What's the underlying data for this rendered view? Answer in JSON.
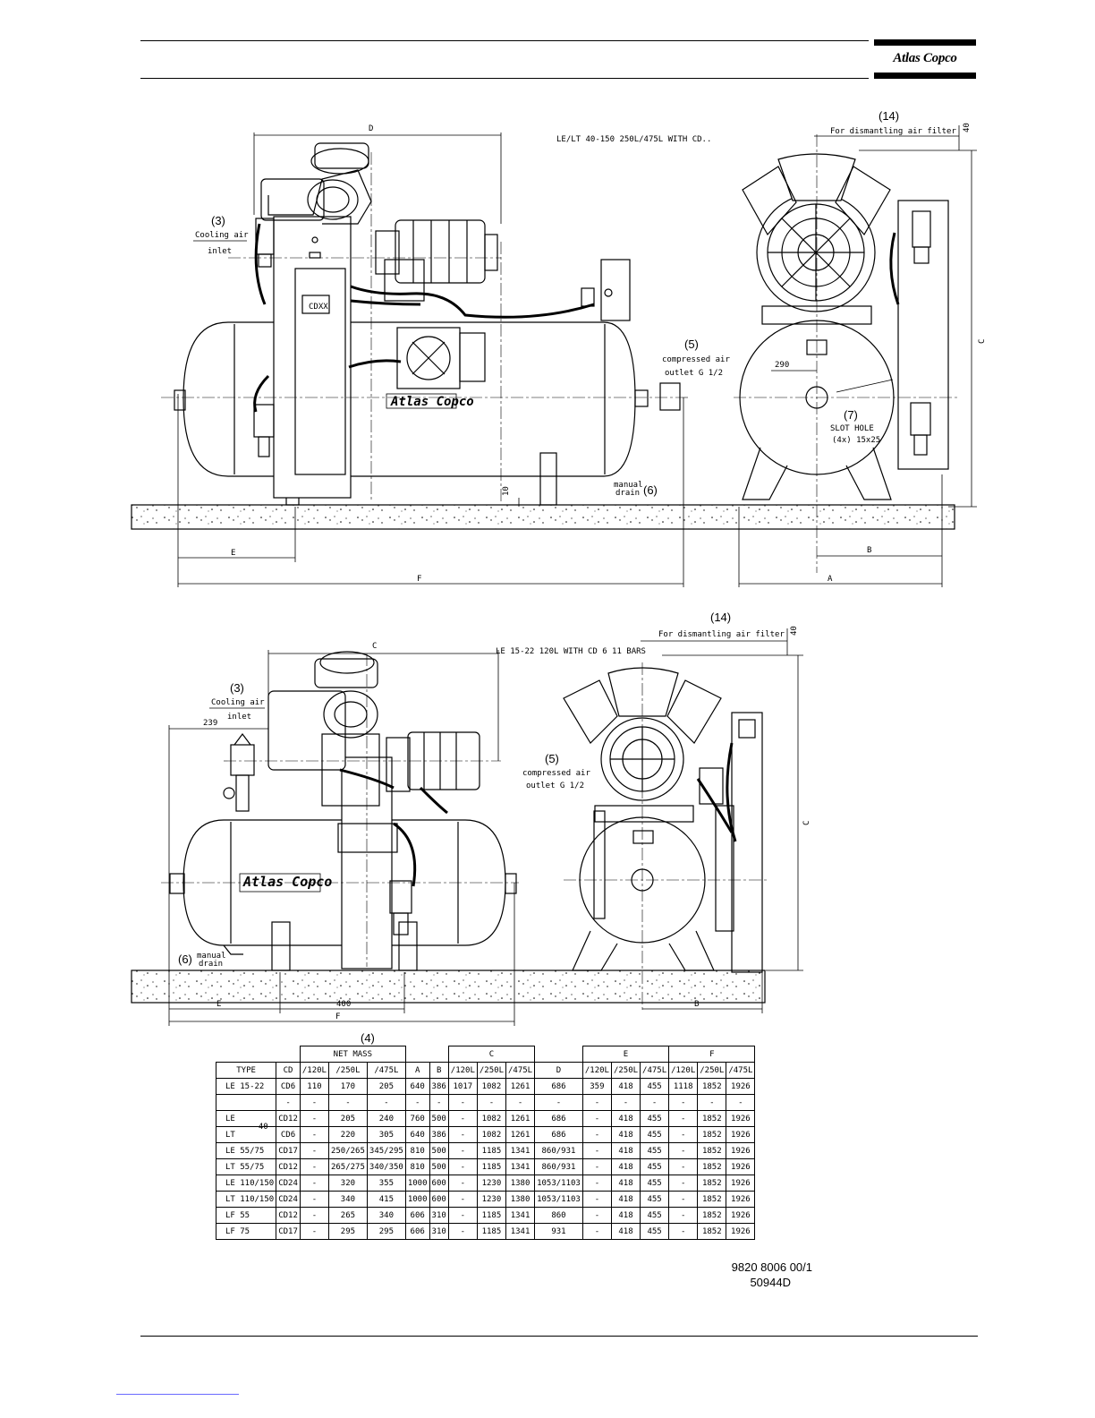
{
  "header": {
    "logo_text": "Atlas Copco"
  },
  "drawing_top": {
    "note": "LE/LT 40-150 250L/475L WITH CD..",
    "labels": {
      "cooling_num": "(3)",
      "cooling_l1": "Cooling air",
      "cooling_l2": "inlet",
      "outlet_num": "(5)",
      "outlet_l1": "compressed air",
      "outlet_l2": "outlet G 1/2",
      "drain_text1": "manual",
      "drain_text2": "drain",
      "drain_num": "(6)",
      "filter_num": "(14)",
      "filter_text": "For dismantling air filter",
      "slot_num": "(7)",
      "slot_l1": "SLOT HOLE",
      "slot_l2": "(4x) 15x25",
      "cdxx": "CDXX",
      "dim_290": "290",
      "dim_40": "40",
      "dim_10": "10",
      "dim_D": "D",
      "dim_E": "E",
      "dim_F": "F",
      "dim_A": "A",
      "dim_B": "B",
      "dim_C": "C",
      "tank_brand": "Atlas Copco"
    }
  },
  "drawing_bottom": {
    "note": "LE 15-22 120L WITH CD 6  11 BARS",
    "labels": {
      "cooling_num": "(3)",
      "cooling_l1": "Cooling air",
      "cooling_l2": "inlet",
      "outlet_num": "(5)",
      "outlet_l1": "compressed air",
      "outlet_l2": "outlet G 1/2",
      "drain_num": "(6)",
      "drain_text1": "manual",
      "drain_text2": "drain",
      "filter_num": "(14)",
      "filter_text": "For dismantling air filter",
      "dim_239": "239",
      "dim_400": "400",
      "dim_40": "40",
      "dim_C_top": "C",
      "dim_C_side": "C",
      "dim_E": "E",
      "dim_F": "F",
      "dim_B": "B",
      "tank_brand": "Atlas Copco"
    }
  },
  "table": {
    "ref": "(4)",
    "group_headers": {
      "net_mass": "NET MASS",
      "c": "C",
      "e": "E",
      "f": "F"
    },
    "columns": [
      "TYPE",
      "CD",
      "/120L",
      "/250L",
      "/475L",
      "A",
      "B",
      "/120L",
      "/250L",
      "/475L",
      "D",
      "/120L",
      "/250L",
      "/475L",
      "/120L",
      "/250L",
      "/475L"
    ],
    "rows": [
      [
        "LE   15-22",
        "CD6",
        "110",
        "170",
        "205",
        "640",
        "386",
        "1017",
        "1082",
        "1261",
        "686",
        "359",
        "418",
        "455",
        "1118",
        "1852",
        "1926"
      ],
      [
        "",
        "-",
        "-",
        "-",
        "-",
        "-",
        "-",
        "-",
        "-",
        "-",
        "-",
        "-",
        "-",
        "-",
        "-",
        "-",
        "-"
      ],
      [
        "LE",
        "CD12",
        "-",
        "205",
        "240",
        "760",
        "500",
        "-",
        "1082",
        "1261",
        "686",
        "-",
        "418",
        "455",
        "-",
        "1852",
        "1926"
      ],
      [
        "LT",
        "CD6",
        "-",
        "220",
        "305",
        "640",
        "386",
        "-",
        "1082",
        "1261",
        "686",
        "-",
        "418",
        "455",
        "-",
        "1852",
        "1926"
      ],
      [
        "LE   55/75",
        "CD17",
        "-",
        "250/265",
        "345/295",
        "810",
        "500",
        "-",
        "1185",
        "1341",
        "860/931",
        "-",
        "418",
        "455",
        "-",
        "1852",
        "1926"
      ],
      [
        "LT   55/75",
        "CD12",
        "-",
        "265/275",
        "340/350",
        "810",
        "500",
        "-",
        "1185",
        "1341",
        "860/931",
        "-",
        "418",
        "455",
        "-",
        "1852",
        "1926"
      ],
      [
        "LE  110/150",
        "CD24",
        "-",
        "320",
        "355",
        "1000",
        "600",
        "-",
        "1230",
        "1380",
        "1053/1103",
        "-",
        "418",
        "455",
        "-",
        "1852",
        "1926"
      ],
      [
        "LT  110/150",
        "CD24",
        "-",
        "340",
        "415",
        "1000",
        "600",
        "-",
        "1230",
        "1380",
        "1053/1103",
        "-",
        "418",
        "455",
        "-",
        "1852",
        "1926"
      ],
      [
        "LF 55",
        "CD12",
        "-",
        "265",
        "340",
        "606",
        "310",
        "-",
        "1185",
        "1341",
        "860",
        "-",
        "418",
        "455",
        "-",
        "1852",
        "1926"
      ],
      [
        "LF 75",
        "CD17",
        "-",
        "295",
        "295",
        "606",
        "310",
        "-",
        "1185",
        "1341",
        "931",
        "-",
        "418",
        "455",
        "-",
        "1852",
        "1926"
      ]
    ],
    "group_note_40": "40"
  },
  "footer": {
    "doc_number": "9820 8006 00/1",
    "drawing_code": "50944D"
  }
}
